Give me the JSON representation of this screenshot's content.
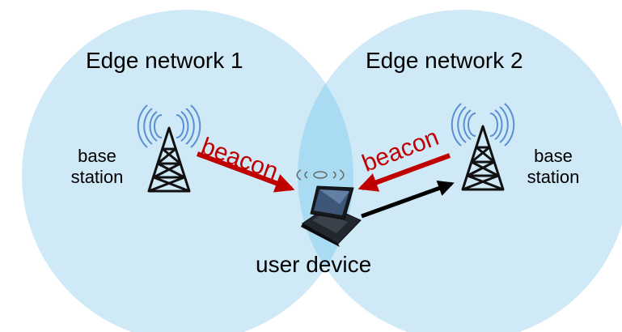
{
  "networks": [
    {
      "title": "Edge network 1"
    },
    {
      "title": "Edge network 2"
    }
  ],
  "base_stations": [
    {
      "line1": "base",
      "line2": "station"
    },
    {
      "line1": "base",
      "line2": "station"
    }
  ],
  "signals": [
    {
      "label": "beacon"
    },
    {
      "label": "beacon"
    }
  ],
  "device": {
    "label": "user device"
  },
  "colors": {
    "network_fill": "#cfe9f7",
    "overlap_fill": "#a9dcf3",
    "beacon": "#c00000",
    "wave": "#5a8fd4",
    "tower": "#111111",
    "move_arrow": "#000000"
  },
  "icons": [
    "antenna-tower-icon",
    "laptop-icon",
    "wireless-waves-icon"
  ]
}
